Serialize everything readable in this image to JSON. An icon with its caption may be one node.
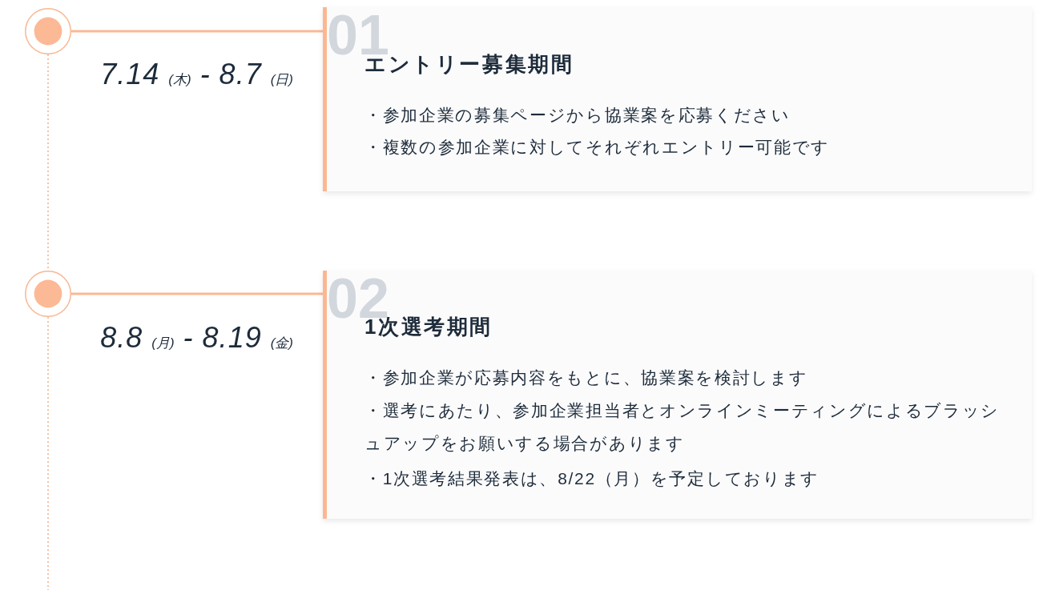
{
  "diagram": {
    "nodes": [
      {
        "text": [],
        "shape": "circle",
        "beside": [
          "7.14 (木) - 8.7 (日)"
        ]
      },
      {
        "text": [
          "01",
          "エントリー募集期間",
          "・参加企業の募集ページから協業案を応募ください",
          "・複数の参加企業に対してそれぞれエントリー可能です"
        ]
      },
      {
        "text": [],
        "shape": "circle",
        "beside": [
          "8.8 (月) - 8.19 (金)"
        ]
      },
      {
        "text": [
          "02",
          "1次選考期間",
          "・参加企業が応募内容をもとに、協業案を検討します",
          "・選考にあたり、参加企業担当者とオンラインミーティングによるブラッシュアップをお願いする場合があります",
          "・1次選考結果発表は、8/22（月）を予定しております"
        ]
      }
    ],
    "edges": [
      {
        "from": 0,
        "to": 1,
        "arrow": "none"
      },
      {
        "from": 0,
        "to": 2,
        "arrow": "none",
        "style": "dashed"
      },
      {
        "from": 2,
        "to": 3,
        "arrow": "none"
      },
      {
        "from": 2,
        "to": null,
        "arrow": "none",
        "style": "dashed"
      }
    ]
  }
}
